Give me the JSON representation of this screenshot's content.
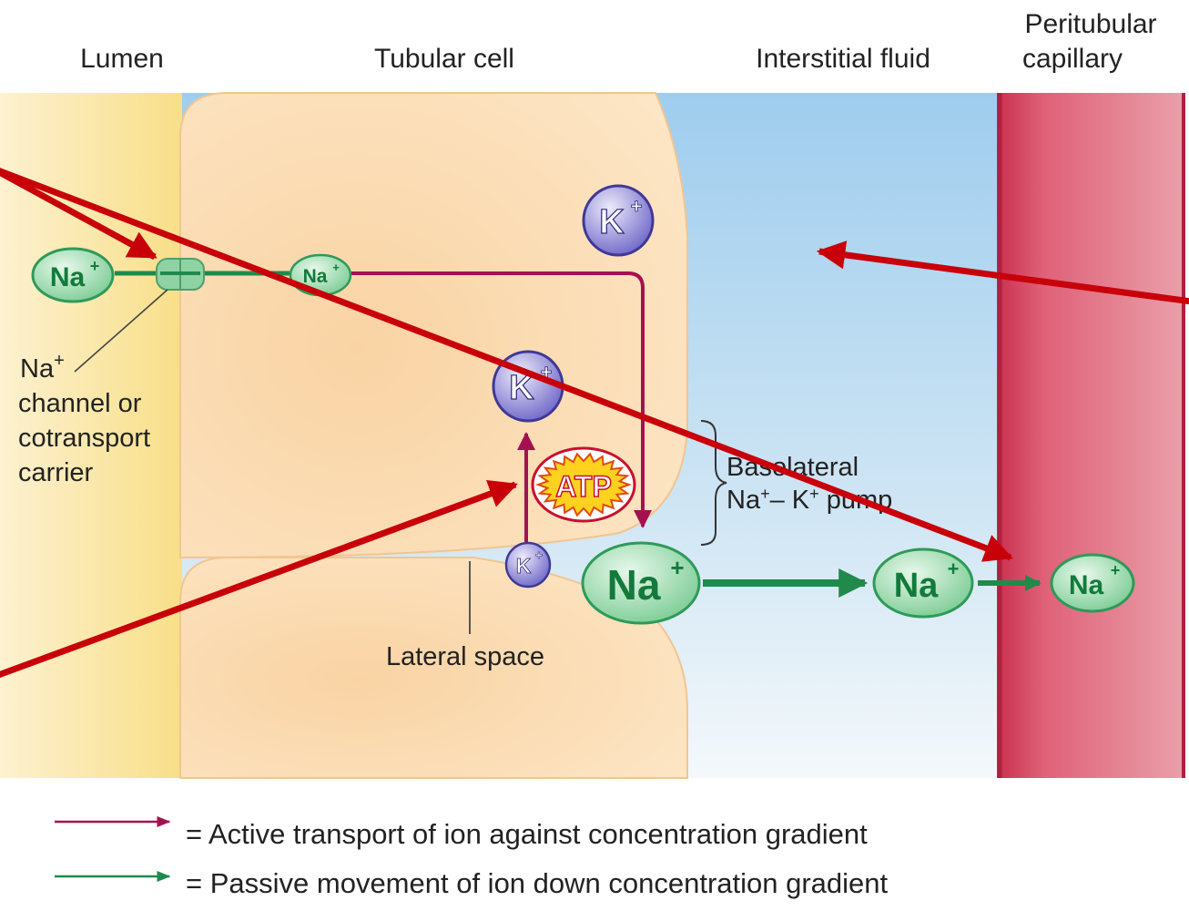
{
  "regions": {
    "lumen": "Lumen",
    "tubular_cell": "Tubular cell",
    "interstitial_fluid": "Interstitial fluid",
    "capillary_line1": "Peritubular",
    "capillary_line2": "capillary"
  },
  "ions": {
    "na": "Na",
    "k": "K",
    "charge": "+",
    "atp": "ATP"
  },
  "labels": {
    "channel": {
      "line1_base": "Na",
      "line1_sup": "+",
      "line2": "channel or",
      "line3": "cotransport",
      "line4": "carrier"
    },
    "pump": {
      "line1": "Basolateral",
      "line2_na": "Na",
      "line2_plus": "+",
      "line2_dash": "– K",
      "line2_plus2": "+",
      "line2_end": " pump"
    },
    "lateral_space": "Lateral space"
  },
  "legend": {
    "active": "= Active transport of ion against concentration gradient",
    "passive": "= Passive movement of ion down concentration gradient"
  },
  "colors": {
    "lumen": "#f8e08a",
    "interstitial": "#a9d3ee",
    "cell": "#fbdfb6",
    "capillary": "#d94e6e",
    "passive_arrow": "#1f8a4c",
    "active_arrow": "#a3124f",
    "na_ion": "#8fd6a4",
    "k_ion": "#6a62c9",
    "overlay_arrow": "#c8000a"
  }
}
